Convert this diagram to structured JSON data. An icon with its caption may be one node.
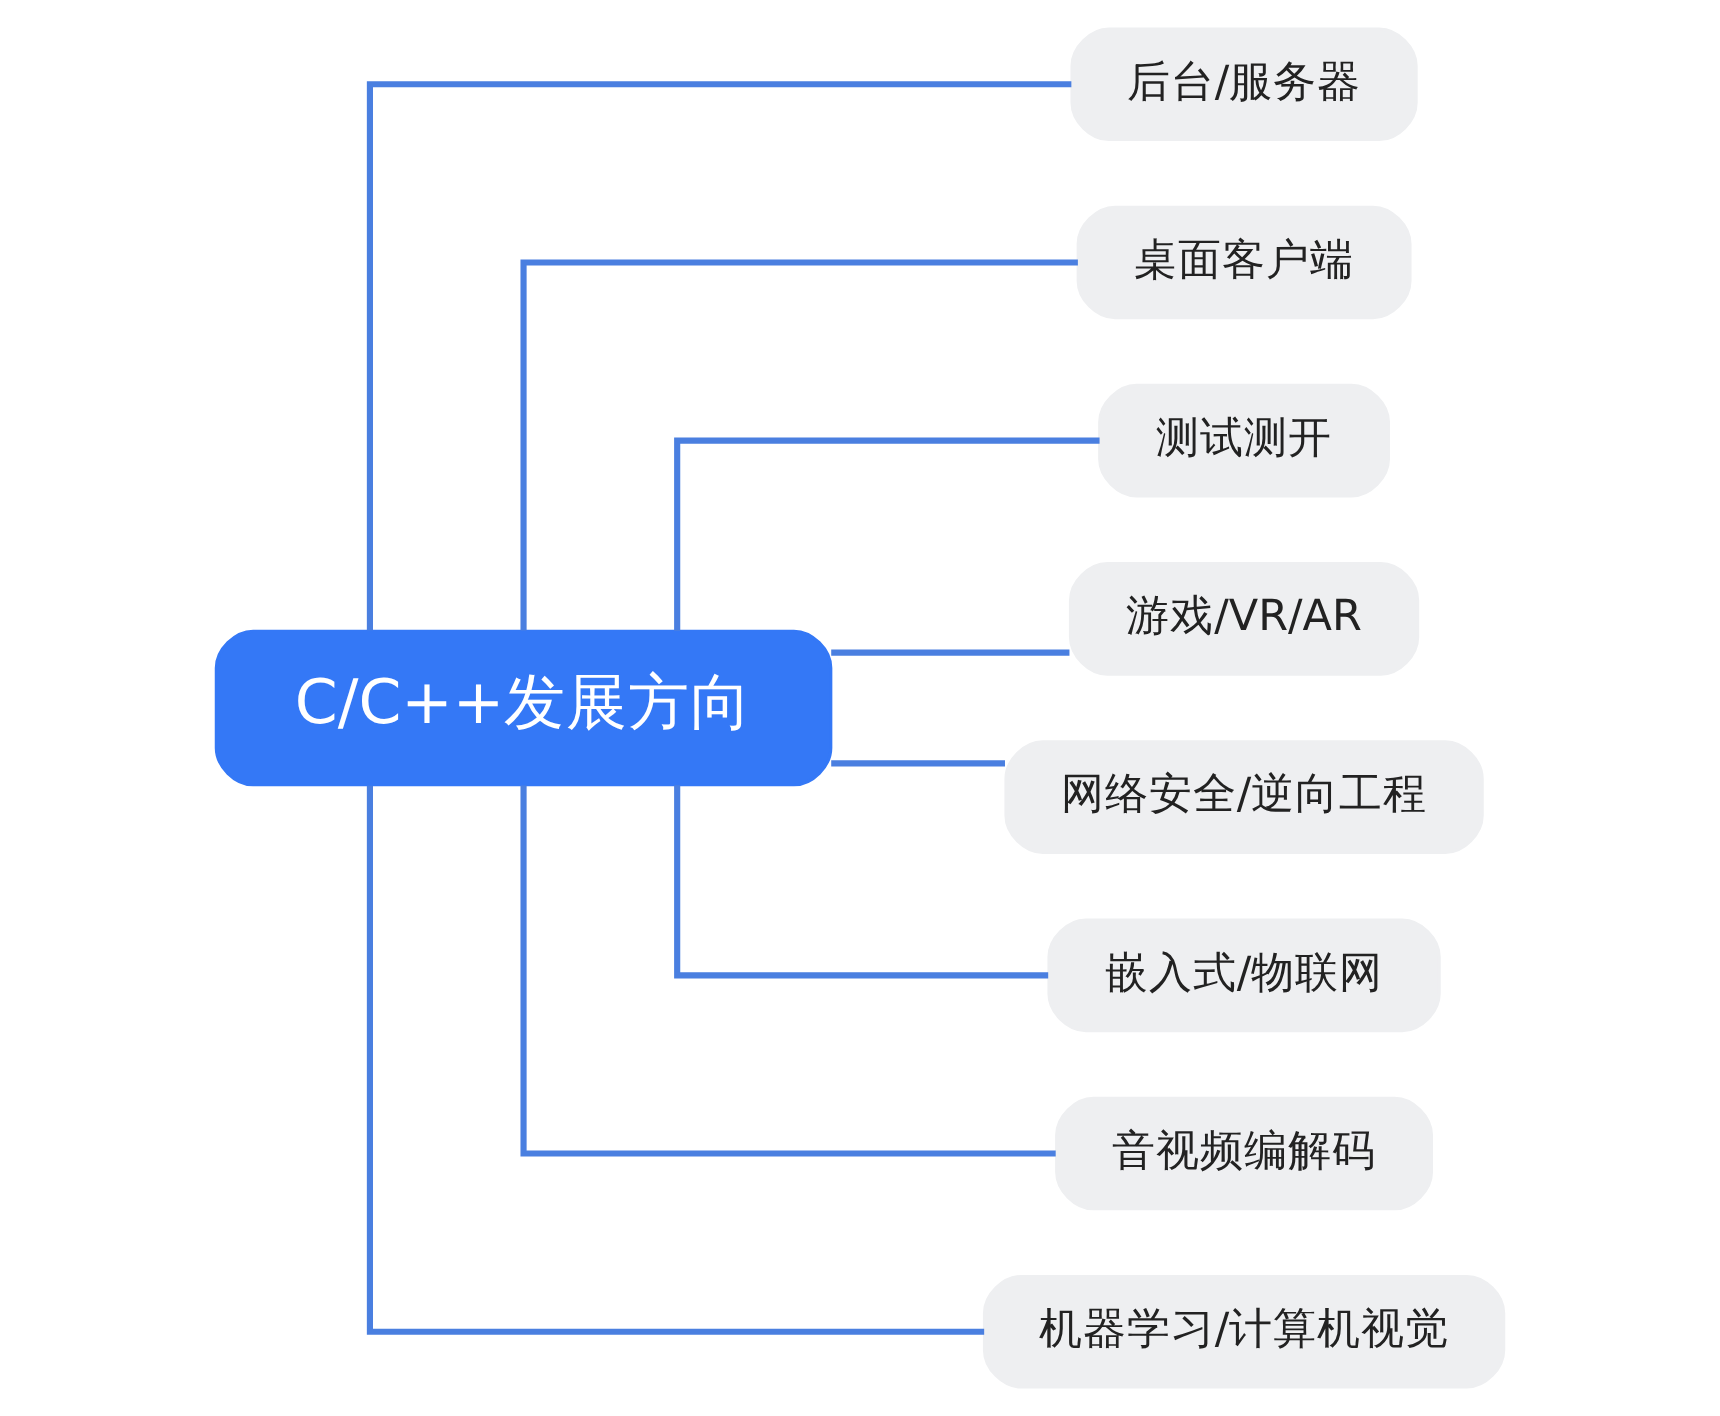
{
  "diagram": {
    "nodes": [
      {
        "text": [
          "C/C++发展方向"
        ]
      },
      {
        "text": [
          "后台/服务器"
        ]
      },
      {
        "text": [
          "桌面客户端"
        ]
      },
      {
        "text": [
          "测试测开"
        ]
      },
      {
        "text": [
          "游戏/VR/AR"
        ]
      },
      {
        "text": [
          "网络安全/逆向工程"
        ]
      },
      {
        "text": [
          "嵌入式/物联网"
        ]
      },
      {
        "text": [
          "音视频编解码"
        ]
      },
      {
        "text": [
          "机器学习/计算机视觉"
        ]
      }
    ],
    "edges": [
      {
        "from": 0,
        "to": 1,
        "arrow": "none"
      },
      {
        "from": 0,
        "to": 2,
        "arrow": "none"
      },
      {
        "from": 0,
        "to": 3,
        "arrow": "none"
      },
      {
        "from": 0,
        "to": 4,
        "arrow": "none"
      },
      {
        "from": 0,
        "to": 5,
        "arrow": "none"
      },
      {
        "from": 0,
        "to": 6,
        "arrow": "none"
      },
      {
        "from": 0,
        "to": 7,
        "arrow": "none"
      },
      {
        "from": 0,
        "to": 8,
        "arrow": "none"
      }
    ]
  }
}
